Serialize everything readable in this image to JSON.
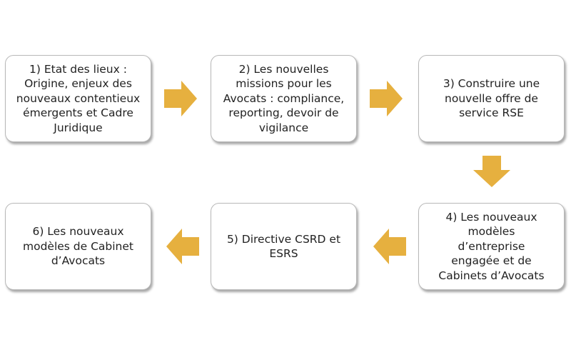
{
  "colors": {
    "arrow": "#E6B03F",
    "box_border": "#b8b8b8",
    "text": "#222222"
  },
  "steps": [
    {
      "label": "1) Etat des lieux :\nOrigine, enjeux des\nnouveaux contentieux\némergents et Cadre\nJuridique"
    },
    {
      "label": "2) Les nouvelles\nmissions pour les\nAvocats : compliance,\nreporting, devoir de\nvigilance"
    },
    {
      "label": "3) Construire une\nnouvelle offre de\nservice RSE"
    },
    {
      "label": "4) Les nouveaux\nmodèles\nd’entreprise\nengagée et de\nCabinets d’Avocats"
    },
    {
      "label": "5) Directive CSRD et\nESRS"
    },
    {
      "label": "6) Les nouveaux\nmodèles de Cabinet\nd’Avocats"
    }
  ],
  "arrows": [
    {
      "from": 1,
      "to": 2,
      "direction": "right"
    },
    {
      "from": 2,
      "to": 3,
      "direction": "right"
    },
    {
      "from": 3,
      "to": 4,
      "direction": "down"
    },
    {
      "from": 4,
      "to": 5,
      "direction": "left"
    },
    {
      "from": 5,
      "to": 6,
      "direction": "left"
    }
  ]
}
